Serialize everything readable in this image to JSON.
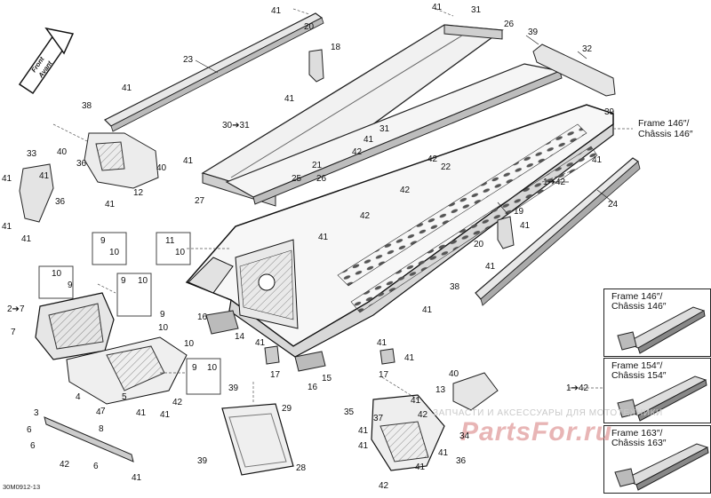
{
  "document_code": "30M0912-13",
  "front_arrow": {
    "line1": "Front",
    "line2": "Avant"
  },
  "frame_callout": {
    "line1": "Frame 146″/",
    "line2": "Châssis 146″"
  },
  "insets": [
    {
      "line1": "Frame 146″/",
      "line2": "Châssis 146″"
    },
    {
      "line1": "Frame 154″/",
      "line2": "Châssis 154″"
    },
    {
      "line1": "Frame 163″/",
      "line2": "Châssis 163″"
    }
  ],
  "inset_ref": "1➔42",
  "watermark": {
    "small": "ЗАПЧАСТИ И АКСЕССУАРЫ ДЛЯ МОТОТЕХНИКИ",
    "large": "PartsFor.ru"
  },
  "callouts": {
    "c41_top": "41",
    "c20_top": "20",
    "c18": "18",
    "c23": "23",
    "c41_a": "41",
    "c38_l": "38",
    "c41_top2": "41",
    "c31_top": "31",
    "c26_top": "26",
    "c39_top": "39",
    "c32": "32",
    "c41_b": "41",
    "c30_31": "30➔31",
    "c31": "31",
    "c41_c": "41",
    "c39_r": "39",
    "c33": "33",
    "c40_l": "40",
    "c36_a": "36",
    "c40_b": "40",
    "c41_d": "41",
    "c41_e": "41",
    "c21": "21",
    "c42_a": "42",
    "c42_b": "42",
    "c25": "25",
    "c26": "26",
    "c22": "22",
    "c42_c": "42",
    "c42_d": "42",
    "c1_42": "1➔42",
    "c41_f": "41",
    "c24": "24",
    "c41_g": "41",
    "c36_b": "36",
    "c12": "12",
    "c27": "27",
    "c41_h": "41",
    "c41_i": "41",
    "c41_j": "41",
    "c19": "19",
    "c20_r": "20",
    "c41_k": "41",
    "c41_l": "41",
    "c9_a": "9",
    "c10_a": "10",
    "c11": "11",
    "c10_b": "10",
    "c10_c": "10",
    "c9_b": "9",
    "c9_c": "9",
    "c10_d": "10",
    "c2_7": "2➔7",
    "c7_a": "7",
    "c16_a": "16",
    "c14": "14",
    "c41_m": "41",
    "c38_r": "38",
    "c41_n": "41",
    "c9_d": "9",
    "c10_e": "10",
    "c10_f": "10",
    "c41_o": "41",
    "c41_p": "41",
    "c17_a": "17",
    "c16_b": "16",
    "c15": "15",
    "c41_q": "41",
    "c42_e": "42",
    "c9_e": "9",
    "c10_g": "10",
    "c4_a": "4",
    "c39_b": "39",
    "c29": "29",
    "c5": "5",
    "c40_r": "40",
    "c13": "13",
    "c17_b": "17",
    "c41_r": "41",
    "c42_f": "42",
    "c4_b": "4",
    "c7_b": "7",
    "c41_s": "41",
    "c41_t": "41",
    "c3": "3",
    "c8": "8",
    "c35": "35",
    "c37": "37",
    "c41_u": "41",
    "c6_a": "6",
    "c42_g": "42",
    "c34": "34",
    "c6_b": "6",
    "c39_c": "39",
    "c28": "28",
    "c41_v": "41",
    "c36_c": "36",
    "c6_c": "6",
    "c41_w": "41",
    "c41_x": "41",
    "c41_y": "41",
    "c42_h": "42"
  }
}
